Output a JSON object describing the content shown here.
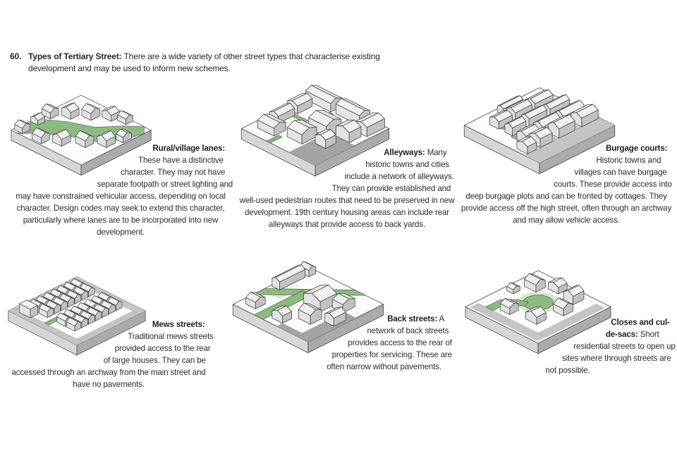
{
  "header": {
    "number": "60.",
    "title": "Types of Tertiary Street:",
    "text": "There are a wide variety of other street types that characterise existing development and may be used to inform new schemes."
  },
  "sections": [
    {
      "id": "rural-village-lanes",
      "label": "Rural/village lanes:",
      "body": "These have a distinctive character. They may not have separate footpath or street lighting and may have constrained vehicular access, depending on local character. Design codes may seek to extend this character, particularly where lanes are to be incorporated into new development.",
      "illustration": "rural-village-lanes-isometric-diagram"
    },
    {
      "id": "alleyways",
      "label": "Alleyways:",
      "body": "Many historic towns and cities include a network of alleyways. They can provide established and well-used pedestrian routes that need to be preserved in new development. 19th century housing areas can include rear alleyways that provide access to back yards.",
      "illustration": "alleyways-isometric-diagram"
    },
    {
      "id": "burgage-courts",
      "label": "Burgage courts:",
      "body": "Historic towns and villages can have burgage courts. These provide access into deep burgage plots and can be fronted by cottages. They provide access off the high street, often through an archway and may allow vehicle access.",
      "illustration": "burgage-courts-isometric-diagram"
    },
    {
      "id": "mews-streets",
      "label": "Mews streets:",
      "body": "Traditional mews streets provided access to the rear of large houses. They can be accessed through an archway from the main street and have no pavements.",
      "illustration": "mews-streets-isometric-diagram"
    },
    {
      "id": "back-streets",
      "label": "Back streets:",
      "body": "A network of back streets provides access to the rear of properties for servicing. These are often narrow without pavements.",
      "illustration": "back-streets-isometric-diagram"
    },
    {
      "id": "closes-cul-de-sacs",
      "label": "Closes and cul-de-sacs:",
      "body": "Short residential streets to open up sites where through streets are not possible.",
      "illustration": "closes-cul-de-sacs-isometric-diagram"
    }
  ],
  "palette": {
    "street_green": "#8CBA80",
    "verge_green_light": "#D9E7D0",
    "street_gray": "#C4C4C4",
    "shadow_gray": "#A4A4A4",
    "outline": "#4A4A4A",
    "text": "#262626"
  }
}
